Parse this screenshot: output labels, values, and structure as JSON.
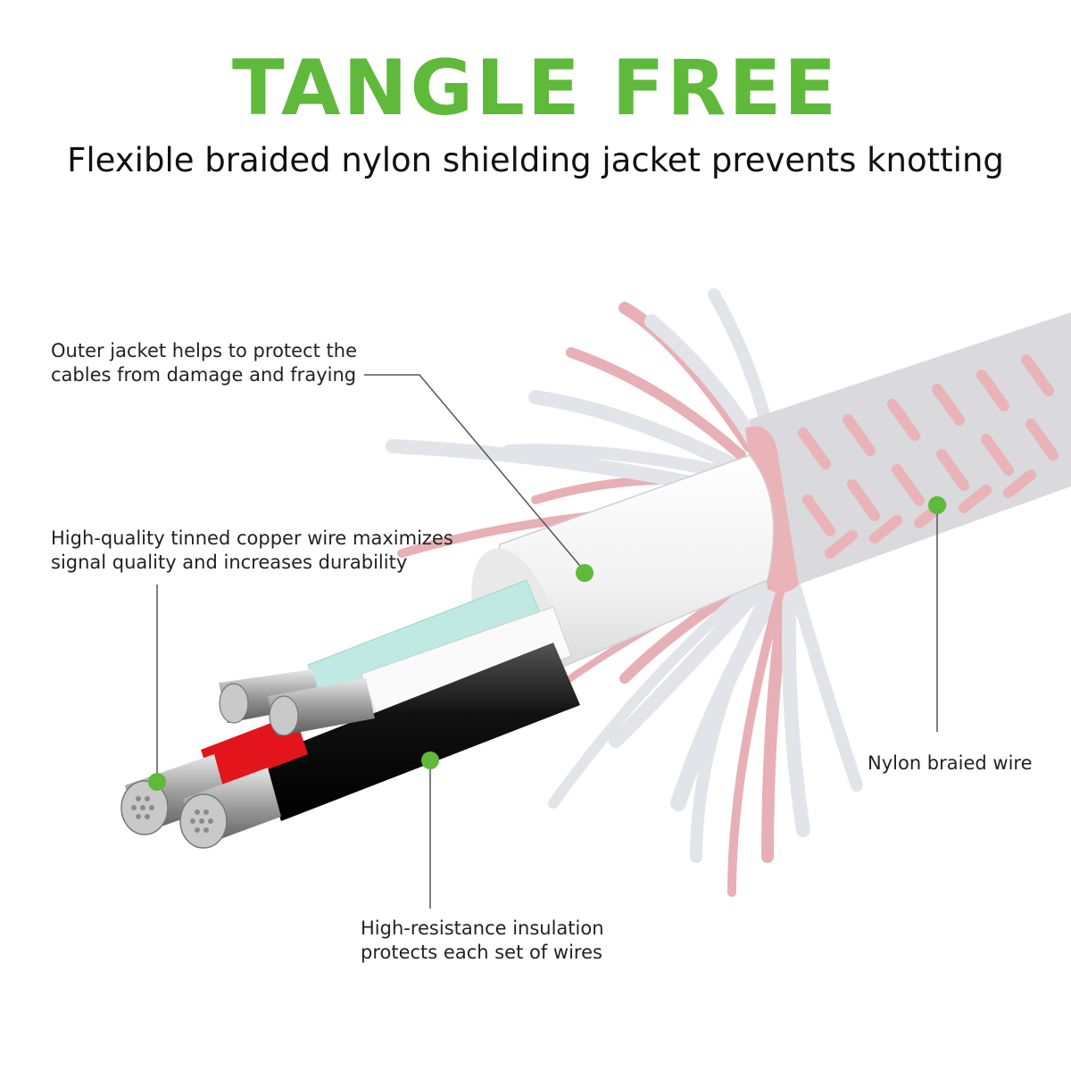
{
  "header": {
    "title": "TANGLE FREE",
    "subtitle": "Flexible braided nylon shielding jacket prevents knotting"
  },
  "colors": {
    "accent_green": "#5fb93a",
    "braid_pink": "#e9b3b8",
    "braid_gray": "#d9d9de",
    "jacket_white": "#f6f6f6",
    "teal_insulation": "#bfe9e2",
    "black_insulation": "#111111",
    "red_insulation": "#e3141c",
    "leader_line": "#555555"
  },
  "callouts": {
    "outer_jacket": {
      "line1": "Outer jacket helps to protect the",
      "line2": "cables from damage and fraying"
    },
    "copper_wire": {
      "line1": "High-quality tinned copper wire maximizes",
      "line2": "signal quality and increases durability"
    },
    "nylon_braid": {
      "line1": "Nylon braied wire"
    },
    "insulation": {
      "line1": "High-resistance insulation",
      "line2": "protects each set of wires"
    }
  }
}
